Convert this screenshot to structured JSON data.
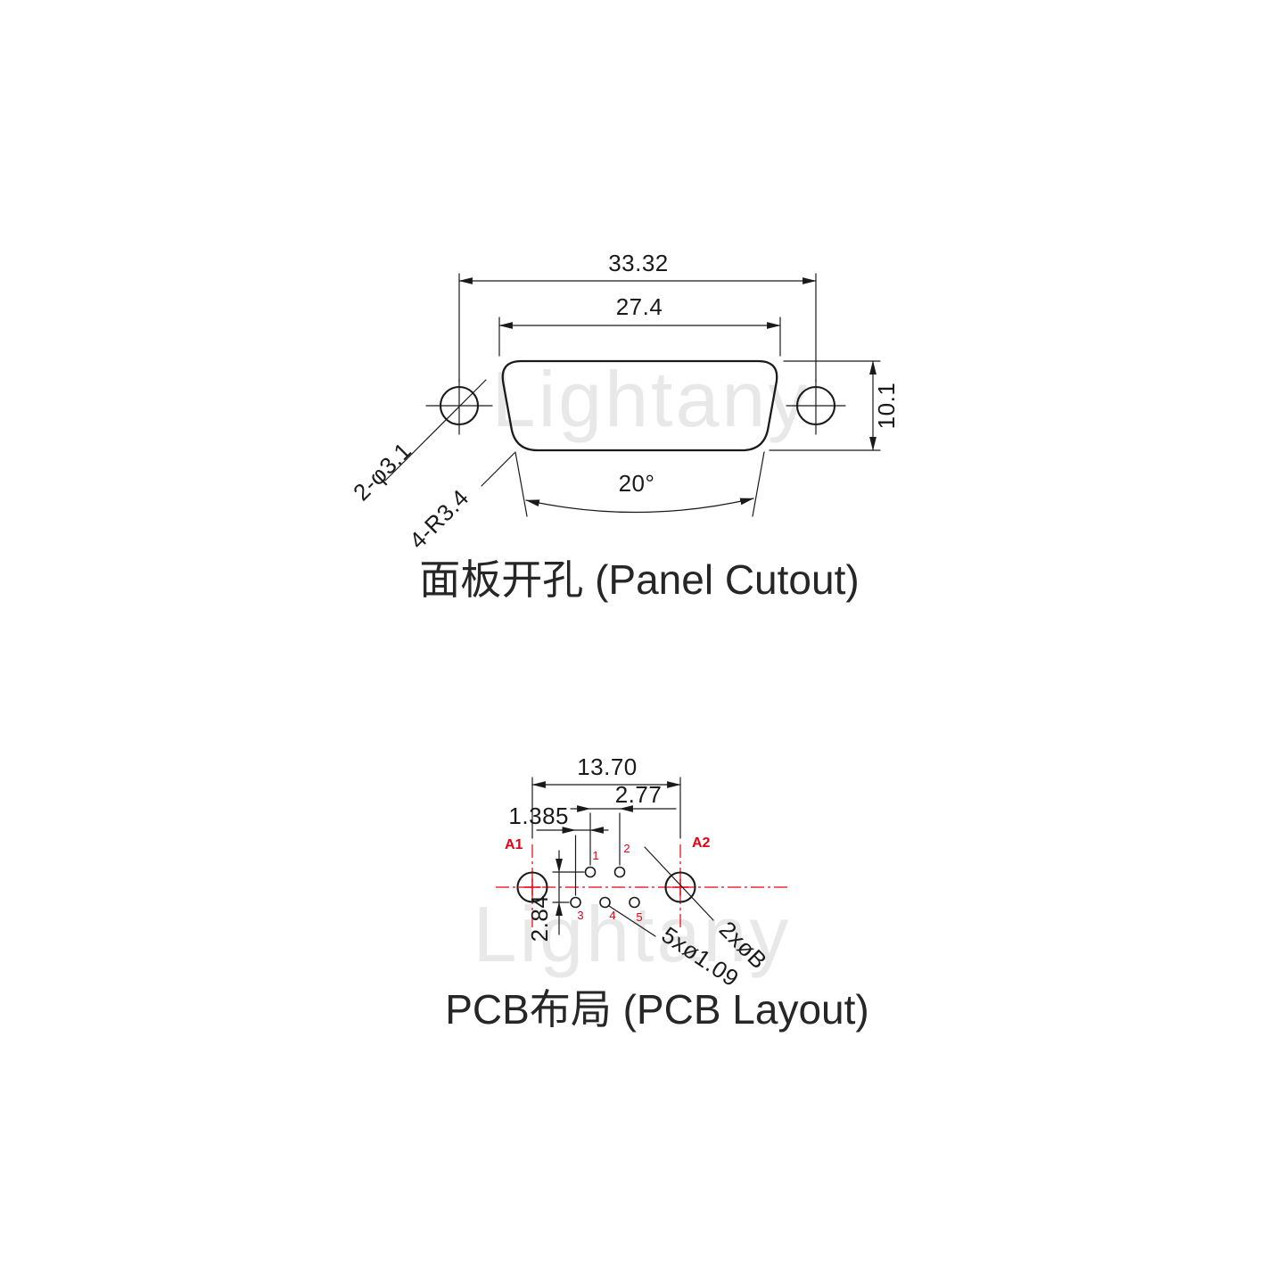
{
  "watermark": {
    "text": "Lightany"
  },
  "panel_cutout": {
    "title": "面板开孔 (Panel Cutout)",
    "dim_mount_span": "33.32",
    "dim_cutout_width": "27.4",
    "dim_height": "10.1",
    "label_mount_holes": "2-φ3.1",
    "label_corner_radius": "4-R3.4",
    "label_angle": "20°"
  },
  "pcb_layout": {
    "title": "PCB布局 (PCB Layout)",
    "dim_power_span": "13.70",
    "dim_pin_pitch": "2.77",
    "dim_row_offset": "1.385",
    "dim_row_pitch": "2.84",
    "label_signal_holes": "5xø1.09",
    "label_power_holes": "2xøB",
    "label_a1": "A1",
    "label_a2": "A2",
    "pins": [
      "1",
      "2",
      "3",
      "4",
      "5"
    ]
  },
  "colors": {
    "line": "#1a1a1a",
    "accent_red": "#e60012",
    "watermark": "#e8e8e8",
    "title_text": "#262626",
    "background": "#ffffff"
  }
}
